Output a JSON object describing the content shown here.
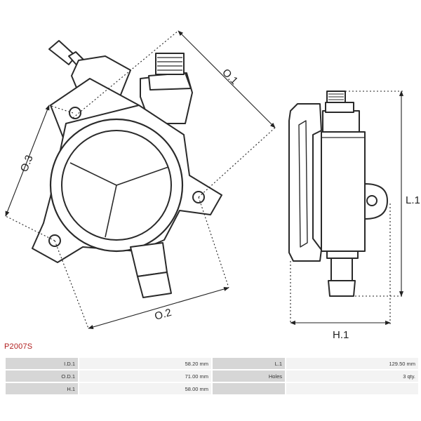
{
  "part_number": "P2007S",
  "dimension_labels": {
    "od1": "O.1",
    "od2": "O.2",
    "od3": "O.3",
    "length1": "L.1",
    "height1": "H.1"
  },
  "specs": {
    "rows": [
      {
        "label_left": "I.D.1",
        "value_left": "58.20 mm",
        "label_right": "L.1",
        "value_right": "129.50 mm"
      },
      {
        "label_left": "O.D.1",
        "value_left": "71.00 mm",
        "label_right": "Holes",
        "value_right": "3 qty."
      },
      {
        "label_left": "H.1",
        "value_left": "58.00 mm",
        "label_right": "",
        "value_right": ""
      }
    ]
  }
}
